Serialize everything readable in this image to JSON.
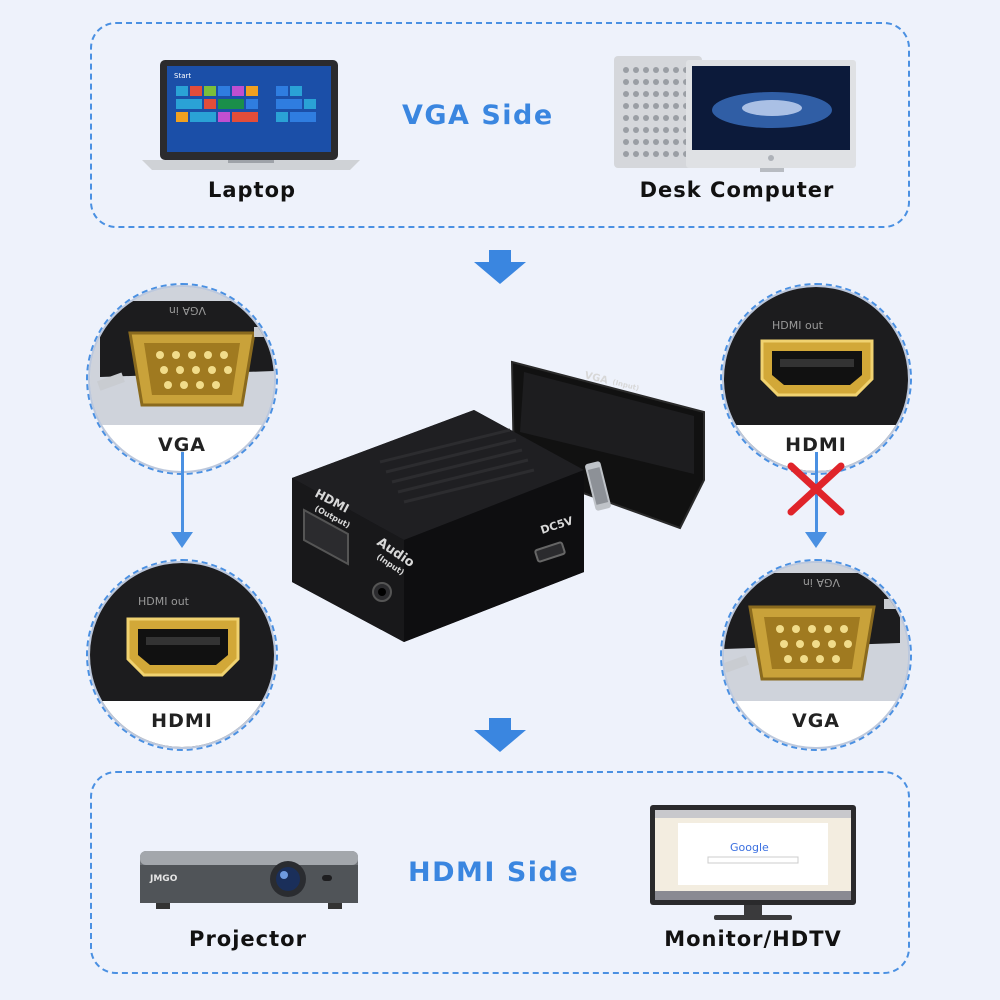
{
  "top": {
    "title": "VGA Side",
    "devices": [
      {
        "caption": "Laptop",
        "icon": "laptop-icon"
      },
      {
        "caption": "Desk Computer",
        "icon": "desktop-computer-icon"
      }
    ]
  },
  "bottom": {
    "title": "HDMI Side",
    "devices": [
      {
        "caption": "Projector",
        "icon": "projector-icon"
      },
      {
        "caption": "Monitor/HDTV",
        "icon": "monitor-icon"
      }
    ]
  },
  "left_column": {
    "top_port": {
      "label": "VGA",
      "port_print": "VGA in"
    },
    "bottom_port": {
      "label": "HDMI",
      "port_print": "HDMI out"
    }
  },
  "right_column": {
    "top_port": {
      "label": "HDMI",
      "port_print": "HDMI out"
    },
    "bottom_port": {
      "label": "VGA",
      "port_print": "VGA in"
    },
    "unsupported": true
  },
  "adapter": {
    "labels": {
      "hdmi": "HDMI",
      "hdmi_sub": "(Output)",
      "audio": "Audio",
      "audio_sub": "(Input)",
      "power": "DC5V",
      "vga": "VGA",
      "vga_sub": "(Input)"
    }
  },
  "screens": {
    "laptop_start": "Start",
    "google": "Google",
    "projector_brand": "JMGO"
  },
  "colors": {
    "accent": "#3a86e0",
    "background": "#eef2fb",
    "cross": "#e0242a",
    "gold": "#c9a23a"
  }
}
